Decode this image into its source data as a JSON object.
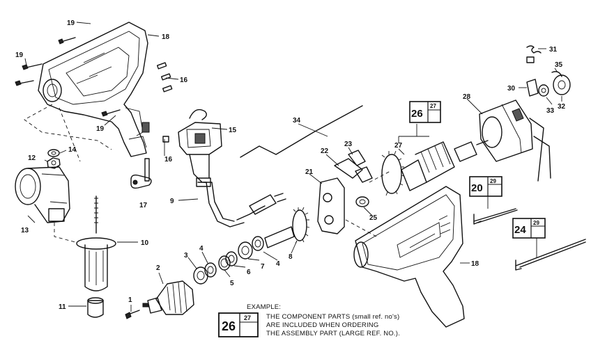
{
  "labels": {
    "p1": "1",
    "p2": "2",
    "p3": "3",
    "p4a": "4",
    "p4b": "4",
    "p5": "5",
    "p6": "6",
    "p7": "7",
    "p8": "8",
    "p9": "9",
    "p10": "10",
    "p11": "11",
    "p12": "12",
    "p13": "13",
    "p14": "14",
    "p15": "15",
    "p16a": "16",
    "p16b": "16",
    "p17": "17",
    "p18a": "18",
    "p18b": "18",
    "p19a": "19",
    "p19b": "19",
    "p19c": "19",
    "p21": "21",
    "p22": "22",
    "p23": "23",
    "p25": "25",
    "p27": "27",
    "p28": "28",
    "p30": "30",
    "p31": "31",
    "p32": "32",
    "p33": "33",
    "p34": "34",
    "p35": "35"
  },
  "assembly_boxes": {
    "box26": {
      "big": "26",
      "small": "27"
    },
    "box20": {
      "big": "20",
      "small": "29"
    },
    "box24": {
      "big": "24",
      "small": "29"
    },
    "example_box": {
      "big": "26",
      "small": "27"
    }
  },
  "example": {
    "heading": "EXAMPLE:",
    "line1": "THE COMPONENT PARTS (small ref. no's)",
    "line2": "ARE INCLUDED WHEN ORDERING",
    "line3": "THE ASSEMBLY PART (LARGE REF. NO.)."
  }
}
